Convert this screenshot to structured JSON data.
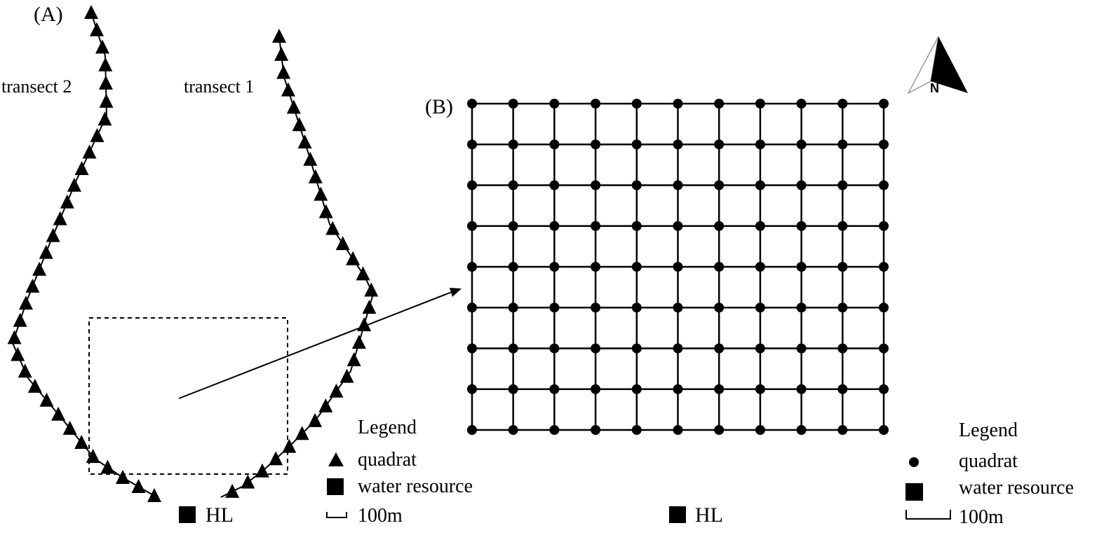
{
  "panel_a": {
    "label": "(A)",
    "transect_1_label": "transect 1",
    "transect_2_label": "transect 2",
    "site_label": "HL",
    "legend": {
      "title": "Legend",
      "quadrat_label": "quadrat",
      "water_label": "water resource",
      "scale_label": "100m"
    }
  },
  "panel_b": {
    "label": "(B)",
    "grid": {
      "columns": 11,
      "rows": 9
    },
    "site_label": "HL",
    "legend": {
      "title": "Legend",
      "quadrat_label": "quadrat",
      "water_label": "water resource",
      "scale_label": "100m"
    }
  },
  "north_arrow": {
    "label": "N"
  },
  "colors": {
    "ink": "#000000",
    "background": "#ffffff"
  }
}
